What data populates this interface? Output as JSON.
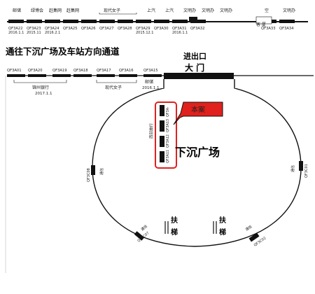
{
  "top_row": {
    "labels": [
      "邮储",
      "绿博会",
      "赶集网",
      "赶集网",
      "现代女子",
      "上汽",
      "上汽",
      "文明办",
      "文明办",
      "文明办",
      "空",
      "文明办"
    ],
    "codes": [
      "QF3A22",
      "QF3A23",
      "QF3A24",
      "QF3A25",
      "QF3A26",
      "QF3A27",
      "QF3A28",
      "QF3A29",
      "QF3A30",
      "QF3A31",
      "QF3A32",
      "QF3A33",
      "QF3A34"
    ],
    "dates": [
      "2016.1.1",
      "2015.11",
      "2016.2.1",
      "2015.12.1",
      "2016.1.1"
    ],
    "room_label": "客 厦"
  },
  "passage_title": "通往下沉广场及车站方向通道",
  "entrance": {
    "line1": "进出口",
    "line2": "大  门"
  },
  "bottom_row": {
    "codes": [
      "QF3A01",
      "QF3A20",
      "QF3A19",
      "QF3A18",
      "QF3A17",
      "QF3A16",
      "QF3A15"
    ],
    "groups": [
      {
        "label": "锦州银行",
        "date": "2017.1.1"
      },
      {
        "label": "现代女子",
        "date": ""
      },
      {
        "label": "邮储",
        "date": "2016.1.1"
      }
    ]
  },
  "plaza": {
    "title": "下沉广场",
    "case_label": "本案",
    "case_codes": [
      "QF3A-",
      "QF3A13",
      "QF3A12",
      "QF3A11"
    ],
    "case_side_text": "西部旅行",
    "left_code": "QF3C08",
    "left_label": "通信",
    "right_code": "QF3C01",
    "right_label": "通信",
    "bottom_left_code": "QF3C07",
    "bottom_left_label": "通信",
    "bottom_right_code": "QF3C02",
    "bottom_right_label": "通信",
    "escalator_left": [
      "扶",
      "梯"
    ],
    "escalator_right": [
      "扶",
      "梯"
    ]
  },
  "colors": {
    "highlight": "#e0211d",
    "ink": "#111111",
    "case_fill": "#e0211d"
  }
}
